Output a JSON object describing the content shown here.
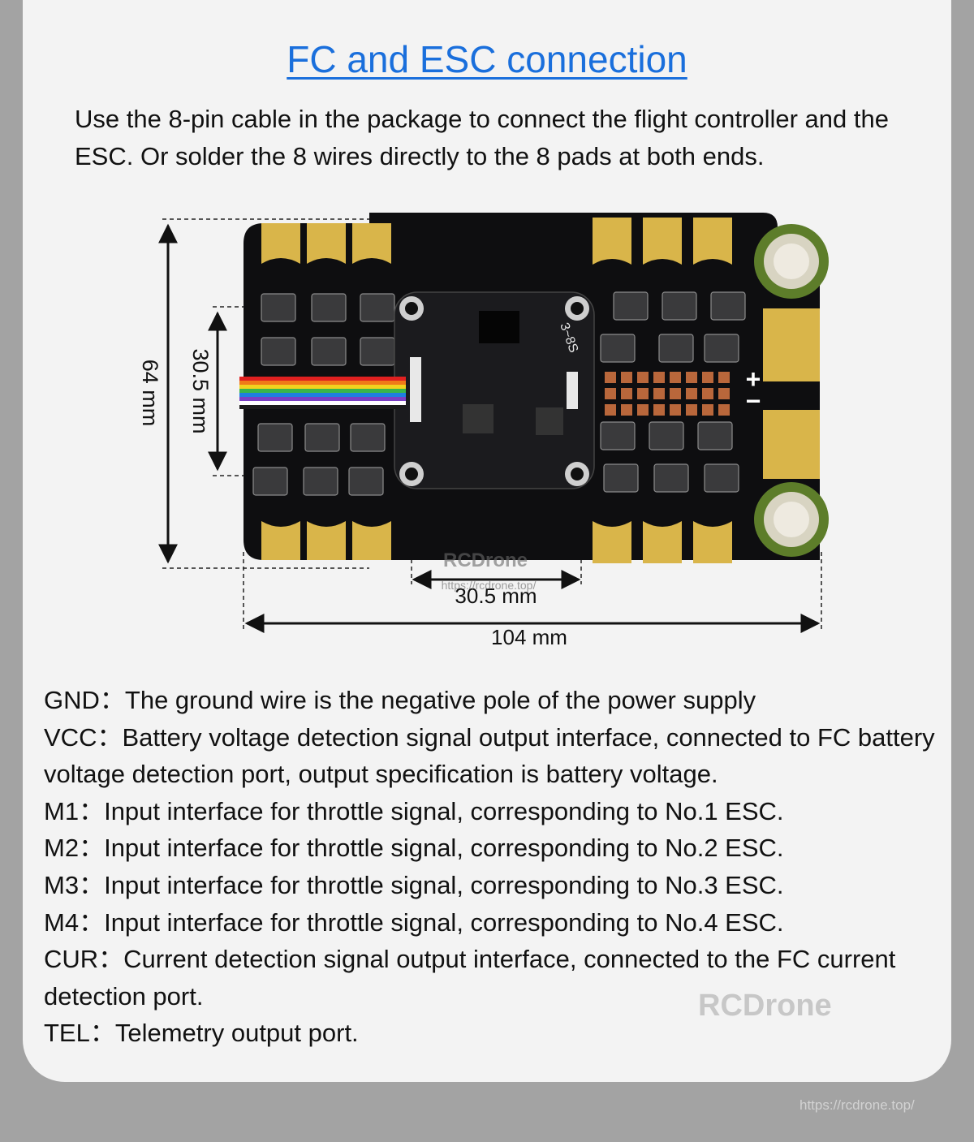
{
  "title": "FC and ESC connection",
  "intro": "Use the 8-pin cable in the package to connect the flight controller and the ESC. Or solder the 8 wires directly to the 8 pads at both ends.",
  "dimensions": {
    "height": "64 mm",
    "mount_vertical": "30.5 mm",
    "mount_horizontal": "30.5 mm",
    "width": "104 mm"
  },
  "board": {
    "label_3s": "3~8S",
    "plus": "+",
    "minus": "−",
    "board_watermark": "RCDrone",
    "board_url": "https://rcdrone.top/"
  },
  "pins": [
    {
      "name": "GND",
      "text": "The ground wire is the negative pole of the power supply"
    },
    {
      "name": "VCC",
      "text": "Battery voltage detection signal output interface, connected to FC battery voltage detection port, output specification is battery voltage."
    },
    {
      "name": "M1",
      "text": "Input interface for throttle signal, corresponding to No.1 ESC."
    },
    {
      "name": "M2",
      "text": "Input interface for throttle signal, corresponding to No.2 ESC."
    },
    {
      "name": "M3",
      "text": "Input interface for throttle signal, corresponding to No.3 ESC."
    },
    {
      "name": "M4",
      "text": "Input interface for throttle signal, corresponding to No.4 ESC."
    },
    {
      "name": "CUR",
      "text": "Current detection signal output interface, connected to the FC current detection port."
    },
    {
      "name": "TEL",
      "text": "Telemetry output port."
    }
  ],
  "pin_separator": "：",
  "watermark": "RCDrone",
  "url_watermark": "https://rcdrone.top/",
  "colors": {
    "title": "#1a6fdc",
    "board": "#0e0e10",
    "pad_gold": "#d9b54a",
    "wire_colors": [
      "#e02020",
      "#f07a18",
      "#f2d21e",
      "#39b54a",
      "#1e7fe0",
      "#7b3fc4",
      "#ffffff",
      "#111111"
    ]
  }
}
